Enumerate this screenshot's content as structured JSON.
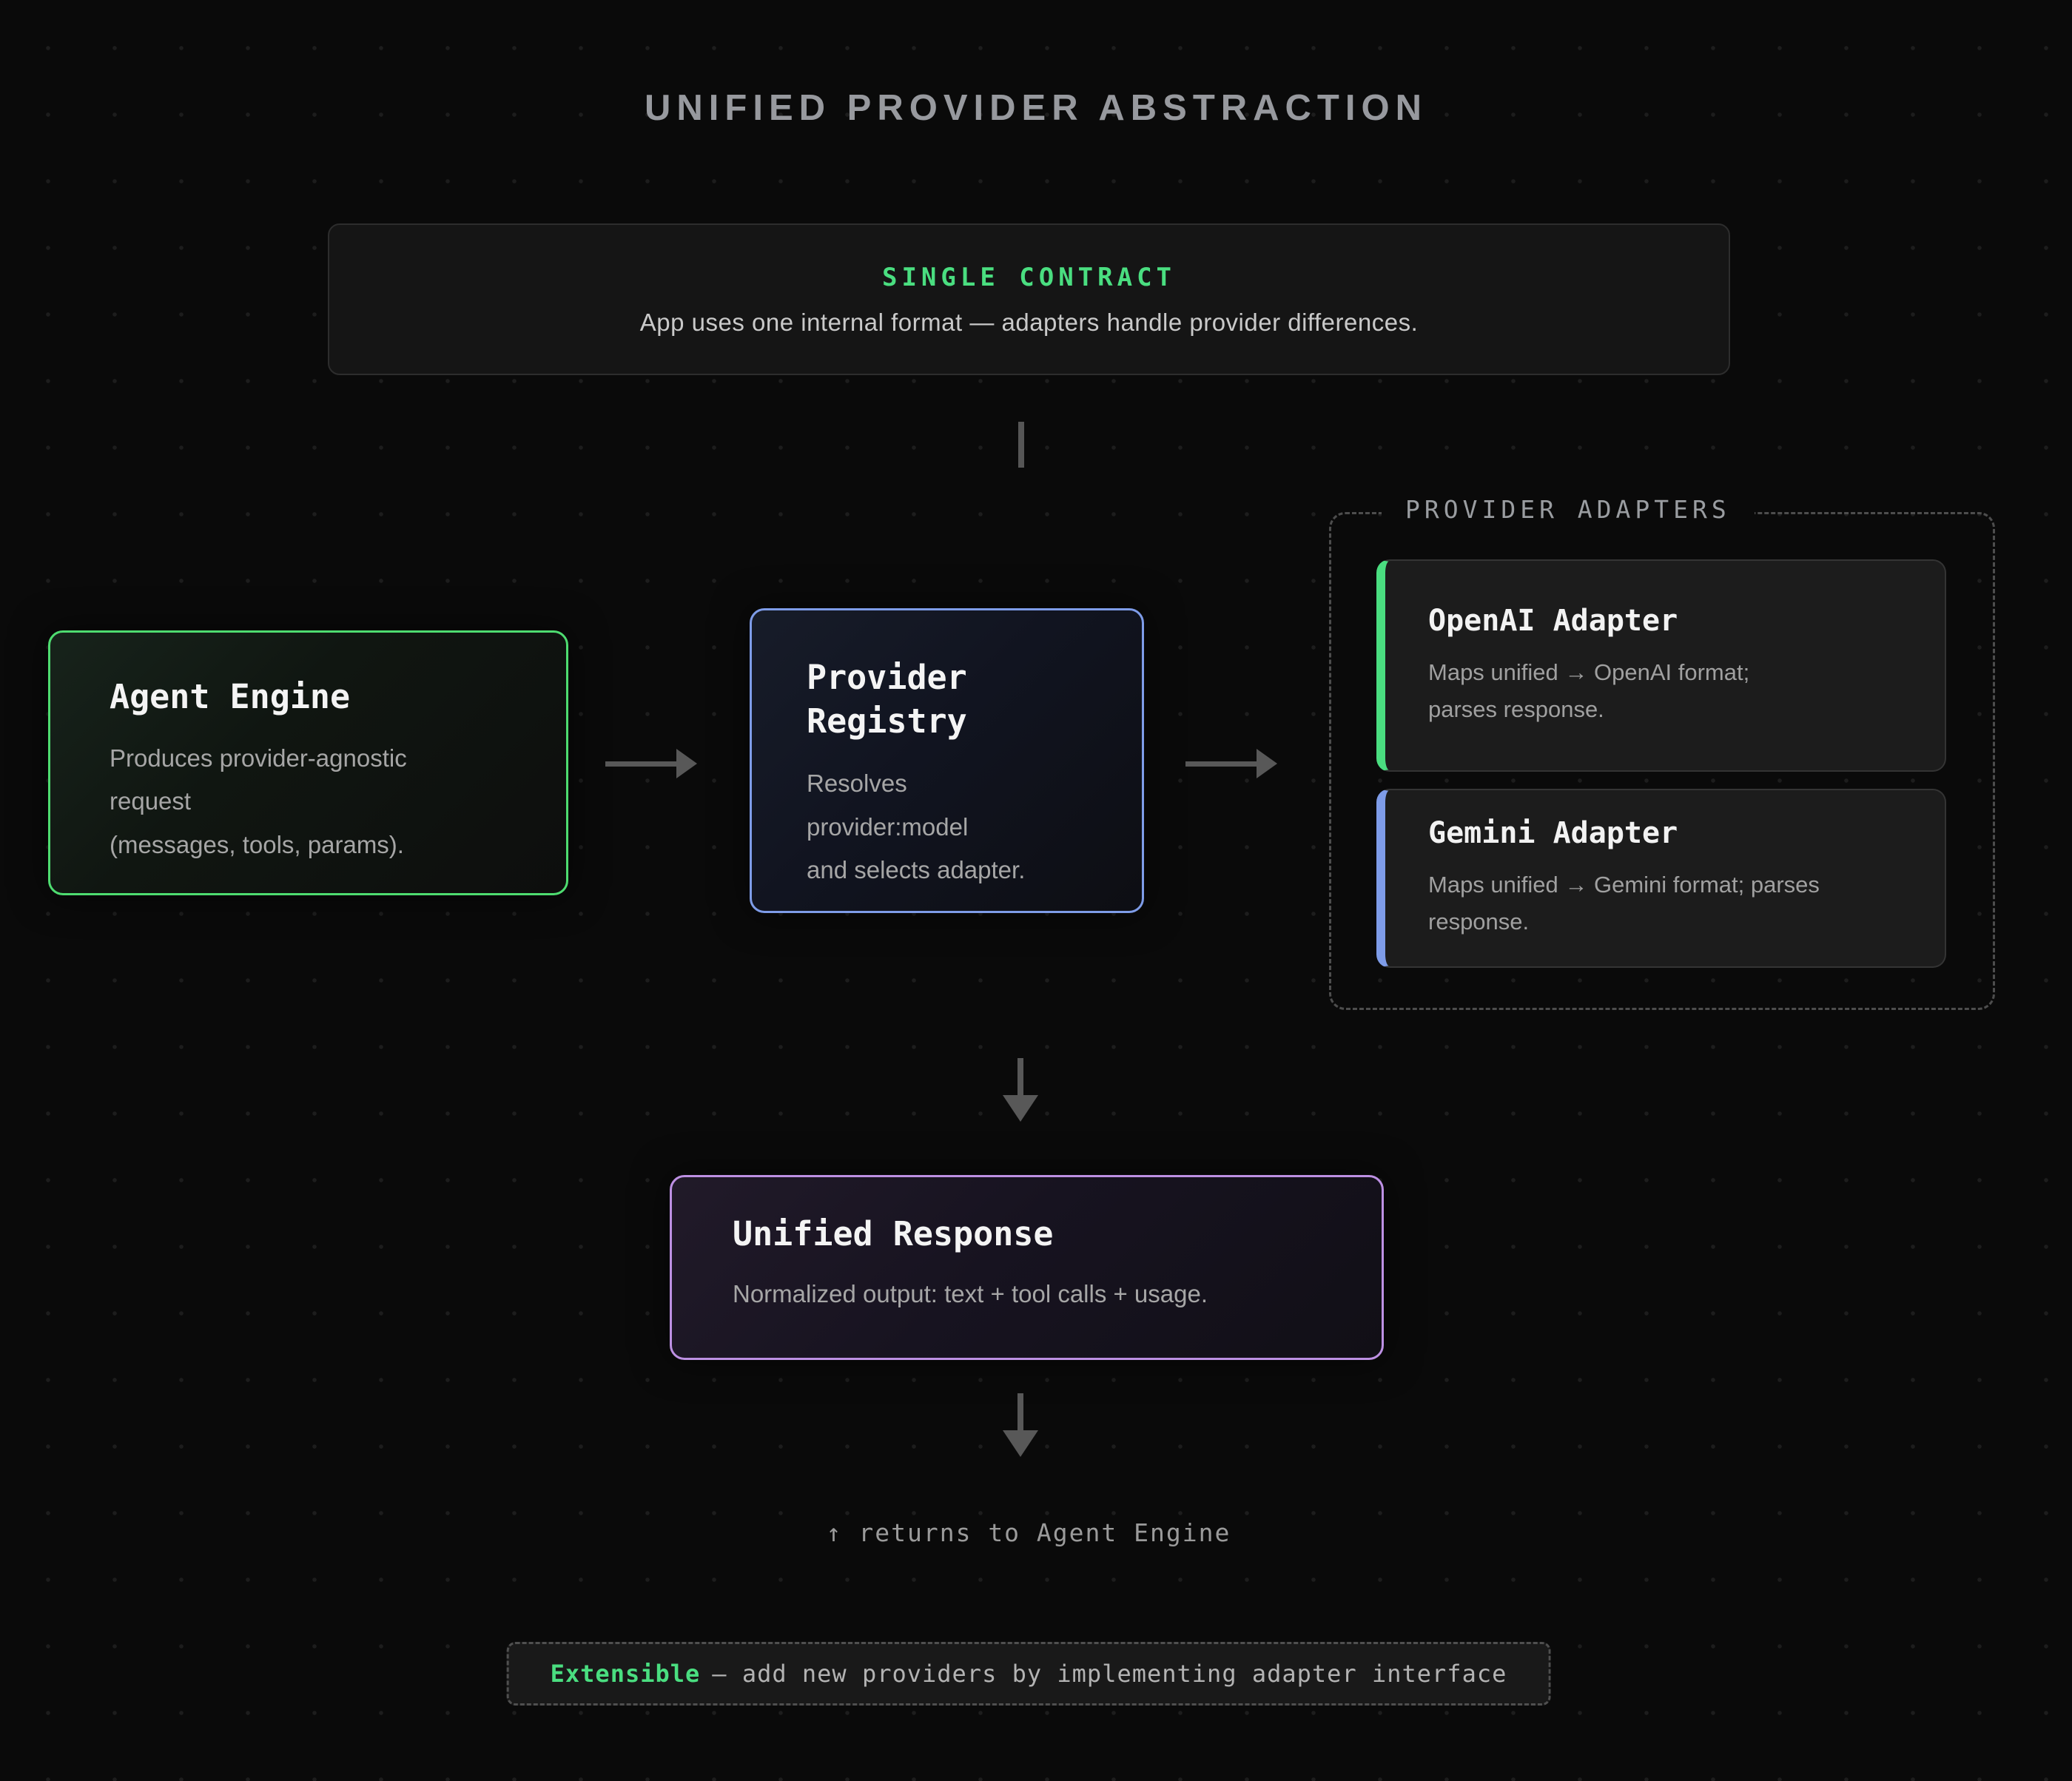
{
  "page": {
    "title": "UNIFIED PROVIDER ABSTRACTION"
  },
  "contract": {
    "title": "SINGLE CONTRACT",
    "subtitle": "App uses one internal format — adapters handle provider differences."
  },
  "nodes": {
    "agent_engine": {
      "title": "Agent Engine",
      "body": "Produces provider-agnostic\nrequest\n(messages, tools, params)."
    },
    "provider_registry": {
      "title": "Provider\nRegistry",
      "body": "Resolves\nprovider:model\nand selects adapter."
    },
    "unified_response": {
      "title": "Unified Response",
      "body": "Normalized output: text + tool calls + usage."
    }
  },
  "adapters": {
    "label": "PROVIDER ADAPTERS",
    "items": [
      {
        "title": "OpenAI Adapter",
        "body": "Maps unified → OpenAI format;\nparses response.",
        "accent": "#4ade80"
      },
      {
        "title": "Gemini Adapter",
        "body": "Maps unified → Gemini format; parses\nresponse.",
        "accent": "#7e9ce8"
      }
    ]
  },
  "footer": {
    "return_note": "↑ returns to Agent Engine",
    "extensible_label": "Extensible",
    "extensible_text": "— add new providers by implementing adapter interface"
  },
  "colors": {
    "background": "#0a0a0a",
    "dot_grid": "#1d1d1d",
    "accent_green": "#4ade80",
    "accent_blue": "#7e9ce8",
    "accent_purple": "#bd90e3",
    "arrow_gray": "#585858",
    "title_gray": "#97999e",
    "body_gray": "#a6a6a6"
  }
}
